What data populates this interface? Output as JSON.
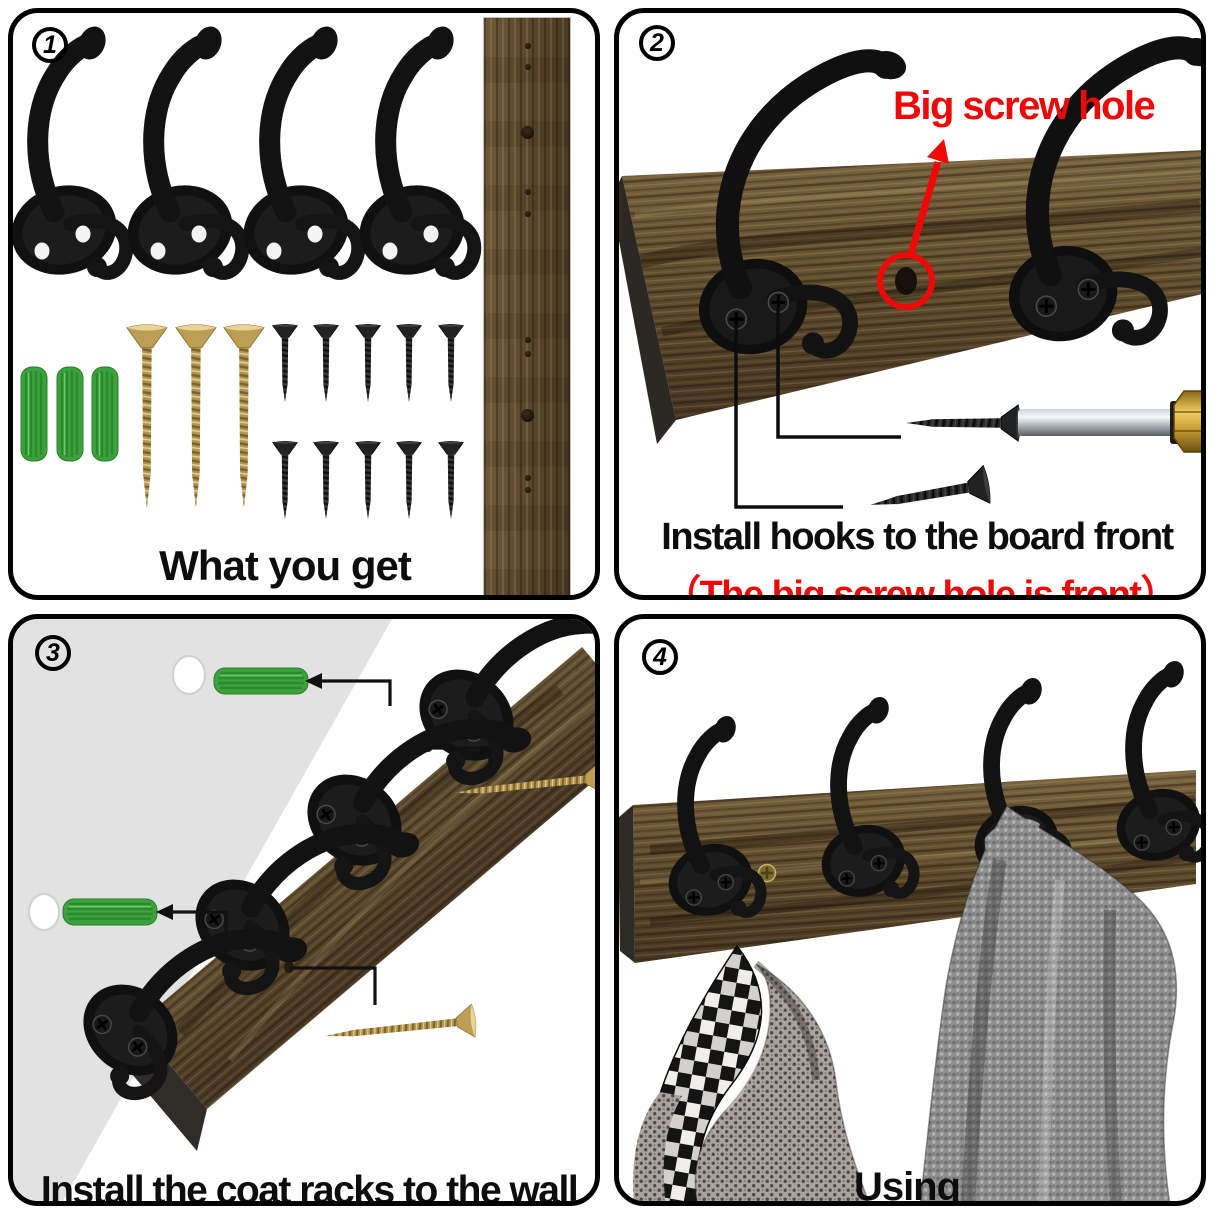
{
  "image_kind": "product-instruction-sheet",
  "subject": "wall mounted coat rack installation steps",
  "colors": {
    "panel_border": "#000000",
    "accent_red": "#ee0808",
    "wood_brown": "#6b5433",
    "wood_dark_end": "#2e2b26",
    "anchor_green": "#3ca23c",
    "brass_gold": "#b9974d",
    "wall_gray": "#e2e2e2",
    "hook_black": "#121212",
    "text_black": "#0d0d0d"
  },
  "panels": {
    "step1": {
      "number": "1",
      "caption": "What you get",
      "contents": [
        "4 black coat hooks",
        "3 green wall anchors",
        "3 brass screws",
        "10 black screws",
        "1 wood board"
      ]
    },
    "step2": {
      "number": "2",
      "callout": "Big screw hole",
      "caption": "Install hooks to the board front",
      "subcaption": "（The big screw hole is front）"
    },
    "step3": {
      "number": "3",
      "caption": "Install the coat racks to the wall"
    },
    "step4": {
      "number": "4",
      "caption": "Using"
    }
  }
}
